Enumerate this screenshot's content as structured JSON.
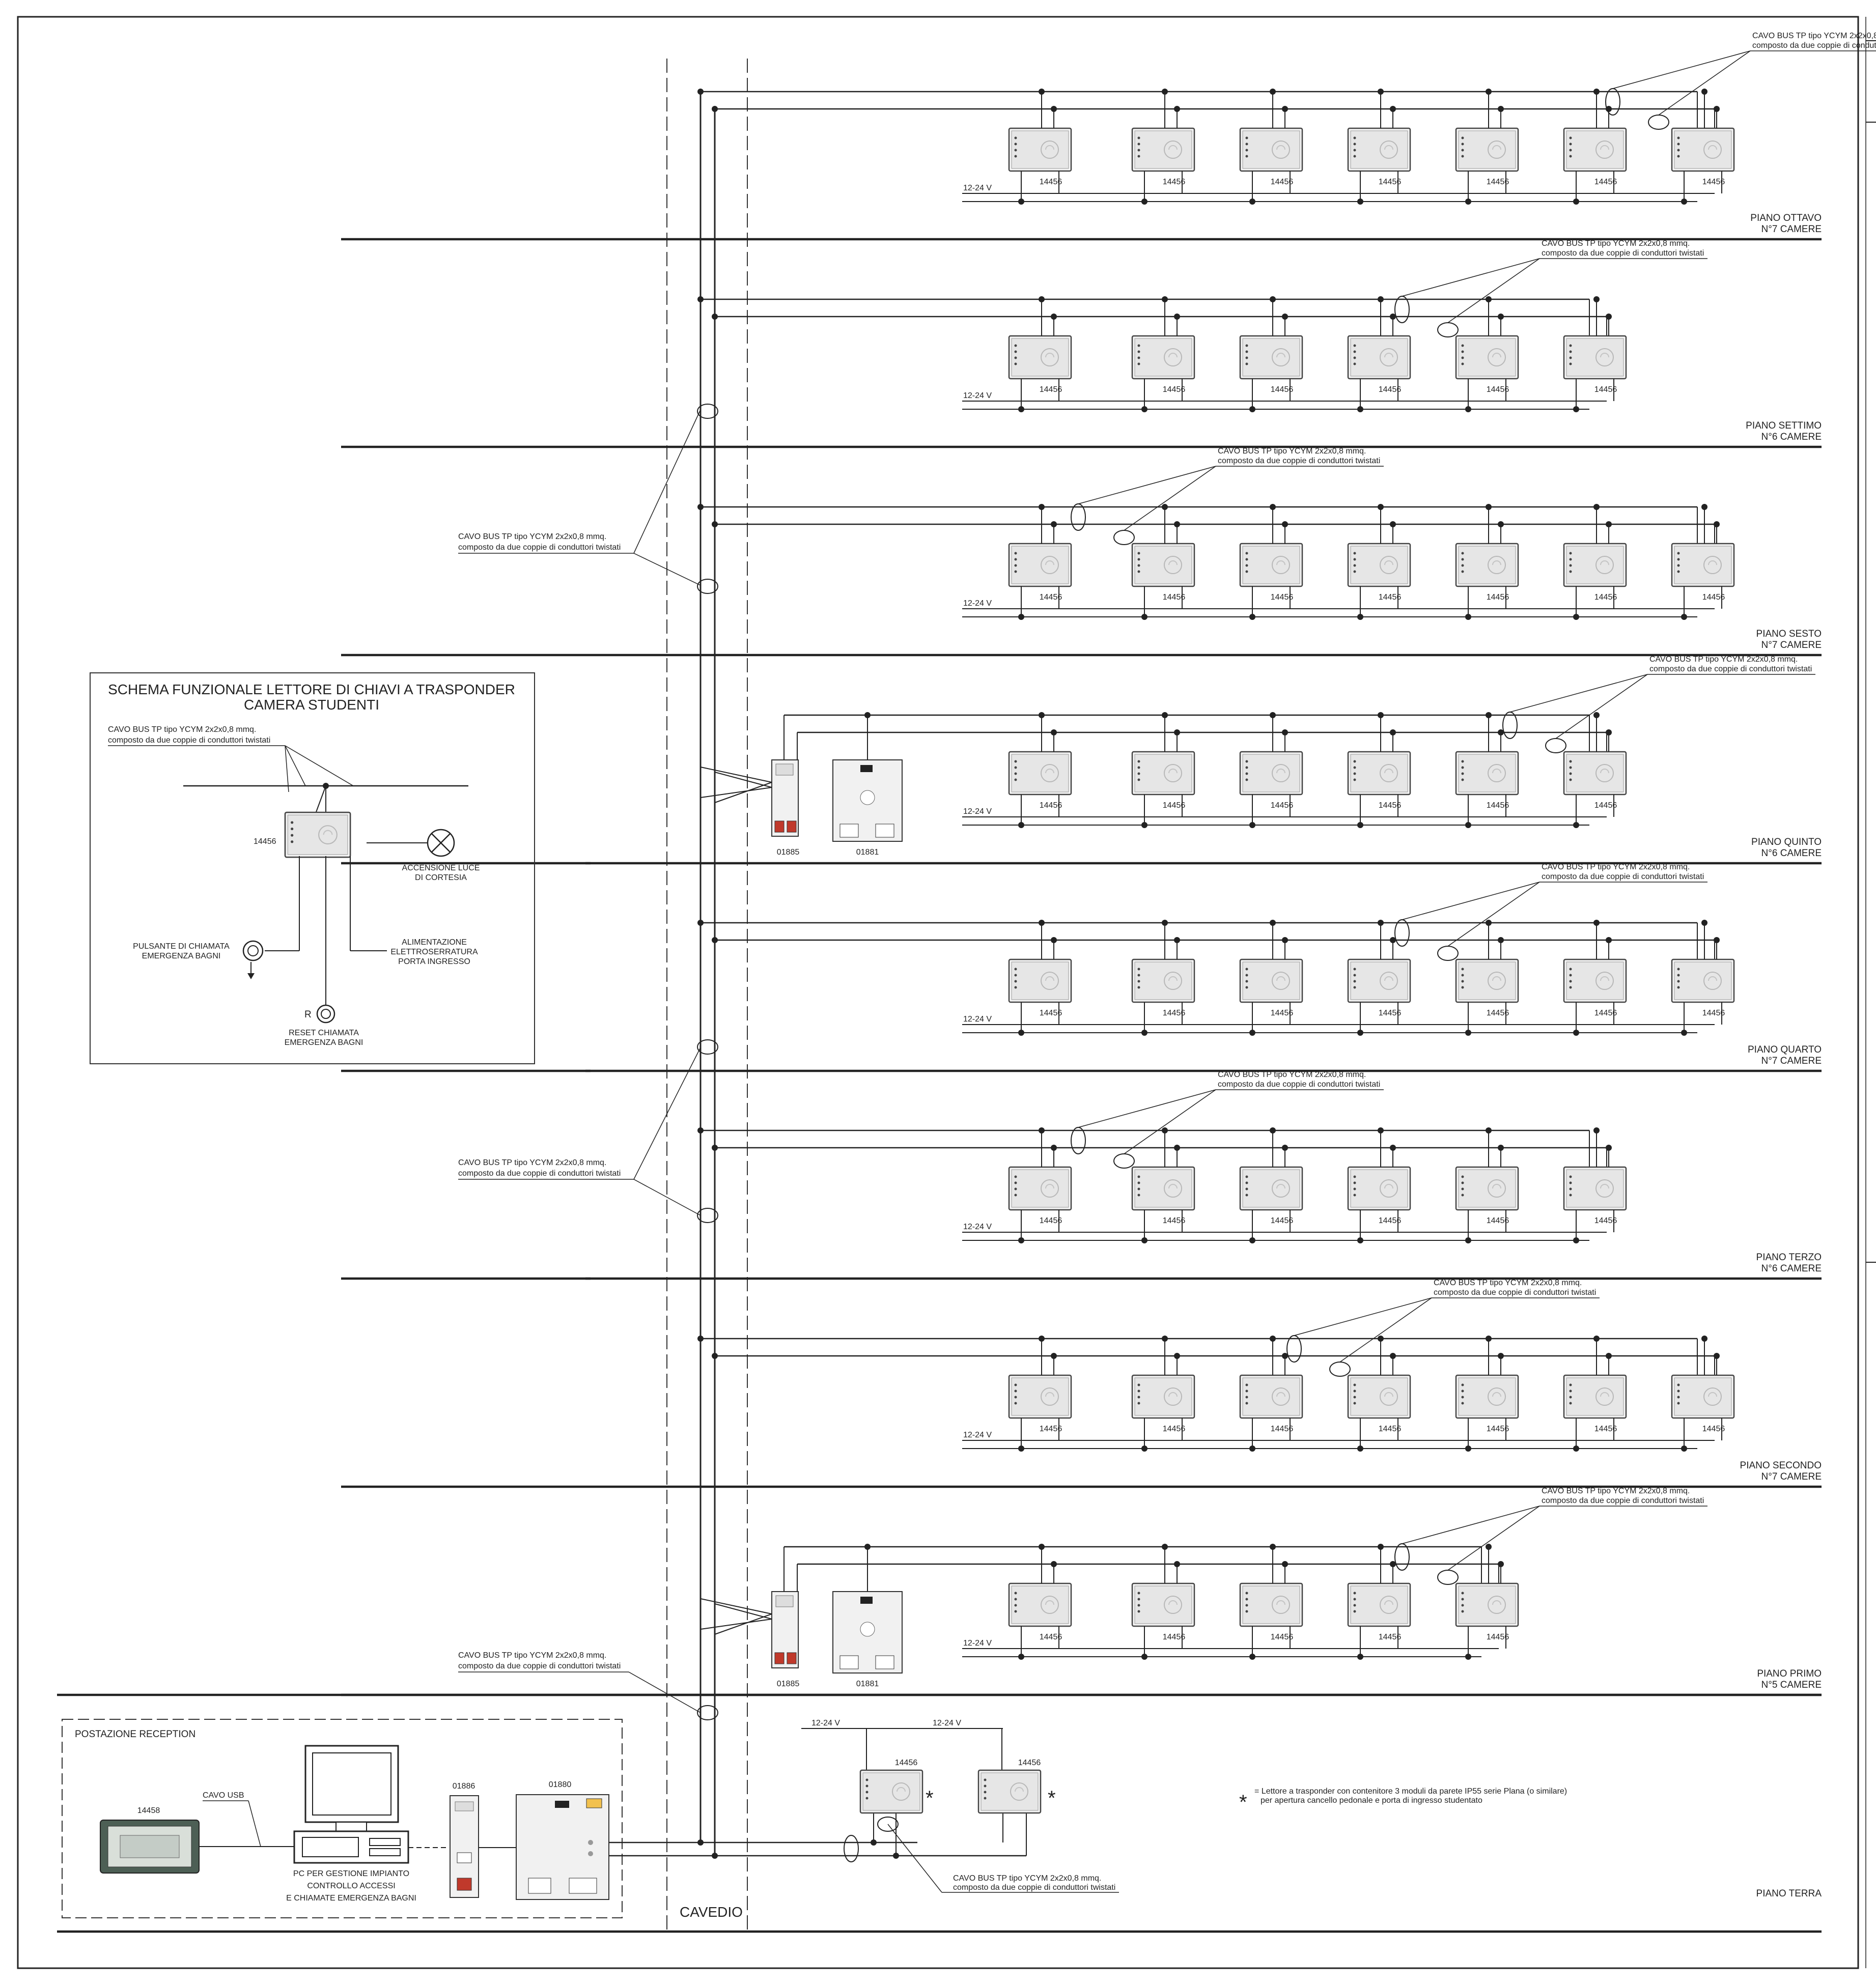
{
  "floors": [
    {
      "key": "ottavo",
      "name": "PIANO OTTAVO",
      "rooms": "N°7 CAMERE",
      "readers": 7,
      "supply": "12-24 V",
      "reader_code": "14456",
      "loop_note_index": 7,
      "has_actuators": false
    },
    {
      "key": "settimo",
      "name": "PIANO SETTIMO",
      "rooms": "N°6 CAMERE",
      "readers": 6,
      "supply": "12-24 V",
      "reader_code": "14456",
      "loop_note_index": 4,
      "has_actuators": false
    },
    {
      "key": "sesto",
      "name": "PIANO SESTO",
      "rooms": "N°7 CAMERE",
      "readers": 7,
      "supply": "12-24 V",
      "reader_code": "14456",
      "loop_note_index": 1,
      "has_actuators": false
    },
    {
      "key": "quinto",
      "name": "PIANO QUINTO",
      "rooms": "N°6 CAMERE",
      "readers": 6,
      "supply": "12-24 V",
      "reader_code": "14456",
      "loop_note_index": 5,
      "has_actuators": true
    },
    {
      "key": "quarto",
      "name": "PIANO QUARTO",
      "rooms": "N°7 CAMERE",
      "readers": 7,
      "supply": "12-24 V",
      "reader_code": "14456",
      "loop_note_index": 4,
      "has_actuators": false
    },
    {
      "key": "terzo",
      "name": "PIANO TERZO",
      "rooms": "N°6 CAMERE",
      "readers": 6,
      "supply": "12-24 V",
      "reader_code": "14456",
      "loop_note_index": 1,
      "has_actuators": false
    },
    {
      "key": "secondo",
      "name": "PIANO SECONDO",
      "rooms": "N°7 CAMERE",
      "readers": 7,
      "supply": "12-24 V",
      "reader_code": "14456",
      "loop_note_index": 3,
      "has_actuators": false
    },
    {
      "key": "primo",
      "name": "PIANO PRIMO",
      "rooms": "N°5 CAMERE",
      "readers": 5,
      "supply": "12-24 V",
      "reader_code": "14456",
      "loop_note_index": 4,
      "has_actuators": true
    }
  ],
  "ground": {
    "name": "PIANO TERRA",
    "supply": "12-24 V",
    "reader_code": "14456",
    "asterisk": "*",
    "footnote_line1": "= Lettore a trasponder con contenitore 3 moduli da parete IP55 serie Plana (o similare)",
    "footnote_line2": "per apertura cancello pedonale e porta di ingresso studentato"
  },
  "cable_note": {
    "line1": "CAVO BUS TP tipo YCYM 2x2x0,8 mmq.",
    "line2": "composto da due coppie di conduttori twistati"
  },
  "actuators": {
    "power_supply": "01885",
    "gateway": "01881"
  },
  "cavedio": "CAVEDIO",
  "reception": {
    "title": "POSTAZIONE RECEPTION",
    "desk_reader": "14458",
    "usb": "CAVO USB",
    "pc_line1": "PC PER GESTIONE IMPIANTO",
    "pc_line2": "CONTROLLO ACCESSI",
    "pc_line3": "E CHIAMATE EMERGENZA BAGNI",
    "interface": "01886",
    "server": "01880"
  },
  "legend": {
    "title_line1": "SCHEMA FUNZIONALE LETTORE DI CHIAVI A TRASPONDER",
    "title_line2": "CAMERA STUDENTI",
    "reader": "14456",
    "lamp_line1": "ACCENSIONE LUCE",
    "lamp_line2": "DI CORTESIA",
    "call_line1": "PULSANTE DI CHIAMATA",
    "call_line2": "EMERGENZA BAGNI",
    "lock_line1": "ALIMENTAZIONE",
    "lock_line2": "ELETTROSERRATURA",
    "lock_line3": "PORTA INGRESSO",
    "reset_letter": "R",
    "reset_line1": "RESET CHIAMATA",
    "reset_line2": "EMERGENZA BAGNI"
  },
  "colors": {
    "ink": "#222222",
    "device_fill": "#f1f1f1",
    "led_red": "#c0392b"
  }
}
